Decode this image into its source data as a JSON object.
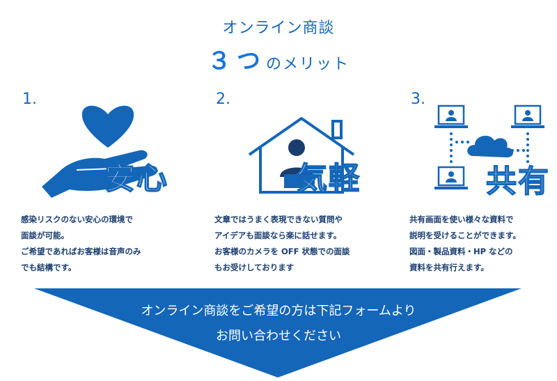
{
  "header": {
    "title": "オンライン商談",
    "subtitle_number": "３つ",
    "subtitle_rest": "のメリット"
  },
  "merits": [
    {
      "number": "1.",
      "kanji": "安心",
      "icon": "heart-hand-icon",
      "lines": [
        "感染リスクのない安心の環境で",
        "面談が可能。",
        "ご希望であればお客様は音声のみ",
        "でも結構です。"
      ]
    },
    {
      "number": "2.",
      "kanji": "気軽",
      "icon": "person-in-house-icon",
      "lines": [
        "文章ではうまく表現できない質問や",
        "アイデアも面談なら楽に話せます。",
        "お客様のカメラを OFF 状態での面談",
        "もお受けしております"
      ]
    },
    {
      "number": "3.",
      "kanji": "共有",
      "icon": "cloud-share-icon",
      "lines": [
        "共有画面を使い様々な資料で",
        "説明を受けることができます。",
        "図面・製品資料・HP などの",
        "資料を共有行えます。"
      ]
    }
  ],
  "banner": {
    "line1": "オンライン商談をご希望の方は下記フォームより",
    "line2": "お問い合わせください"
  },
  "colors": {
    "primary": "#1466b8",
    "accent": "#1a74d6",
    "text": "#1a3d6e"
  }
}
